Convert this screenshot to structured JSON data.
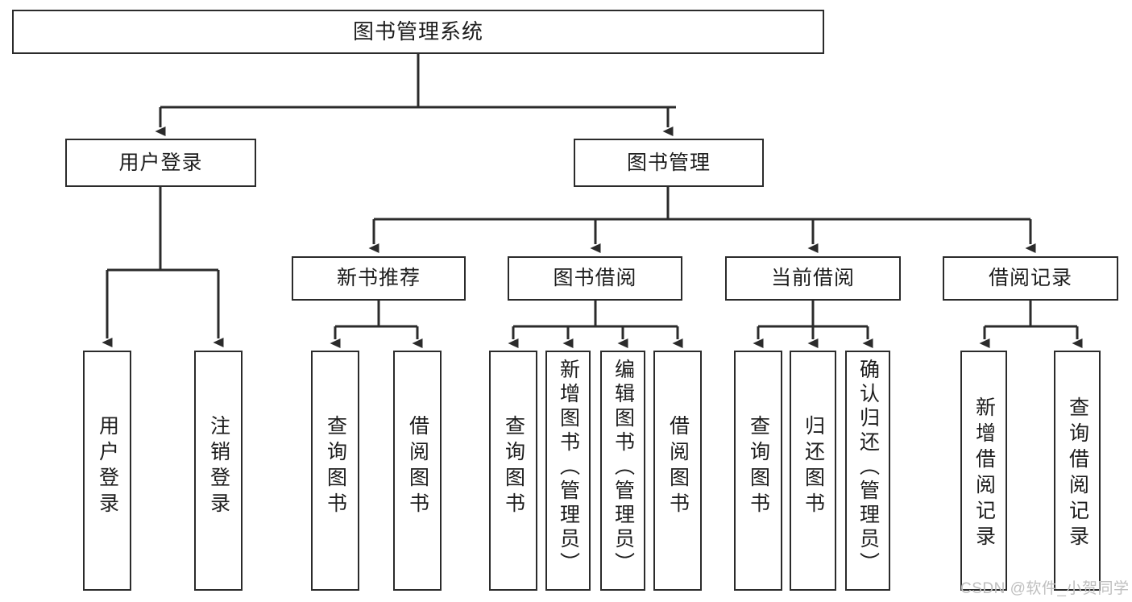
{
  "diagram": {
    "title": "图书管理系统",
    "type": "hierarchy-tree",
    "levels": 4,
    "root": {
      "label": "图书管理系统"
    },
    "level2": [
      {
        "label": "用户登录"
      },
      {
        "label": "图书管理"
      }
    ],
    "level3": [
      {
        "label": "新书推荐"
      },
      {
        "label": "图书借阅"
      },
      {
        "label": "当前借阅"
      },
      {
        "label": "借阅记录"
      }
    ],
    "leaves": [
      {
        "label": "用户登录",
        "parent": "用户登录"
      },
      {
        "label": "注销登录",
        "parent": "用户登录"
      },
      {
        "label": "查询图书",
        "parent": "新书推荐"
      },
      {
        "label": "借阅图书",
        "parent": "新书推荐"
      },
      {
        "label": "查询图书",
        "parent": "图书借阅"
      },
      {
        "label": "新增图书（管理员）",
        "parent": "图书借阅"
      },
      {
        "label": "编辑图书（管理员）",
        "parent": "图书借阅"
      },
      {
        "label": "借阅图书",
        "parent": "图书借阅"
      },
      {
        "label": "查询图书",
        "parent": "当前借阅"
      },
      {
        "label": "归还图书",
        "parent": "当前借阅"
      },
      {
        "label": "确认归还（管理员）",
        "parent": "当前借阅"
      },
      {
        "label": "新增借阅记录",
        "parent": "借阅记录"
      },
      {
        "label": "查询借阅记录",
        "parent": "借阅记录"
      }
    ]
  },
  "watermark": {
    "text": "CSDN @软件_小贺同学"
  },
  "colors": {
    "stroke": "#2b2b2b",
    "fill": "#ffffff",
    "text": "#1d1d1d",
    "watermark": "#bfbfbf"
  }
}
